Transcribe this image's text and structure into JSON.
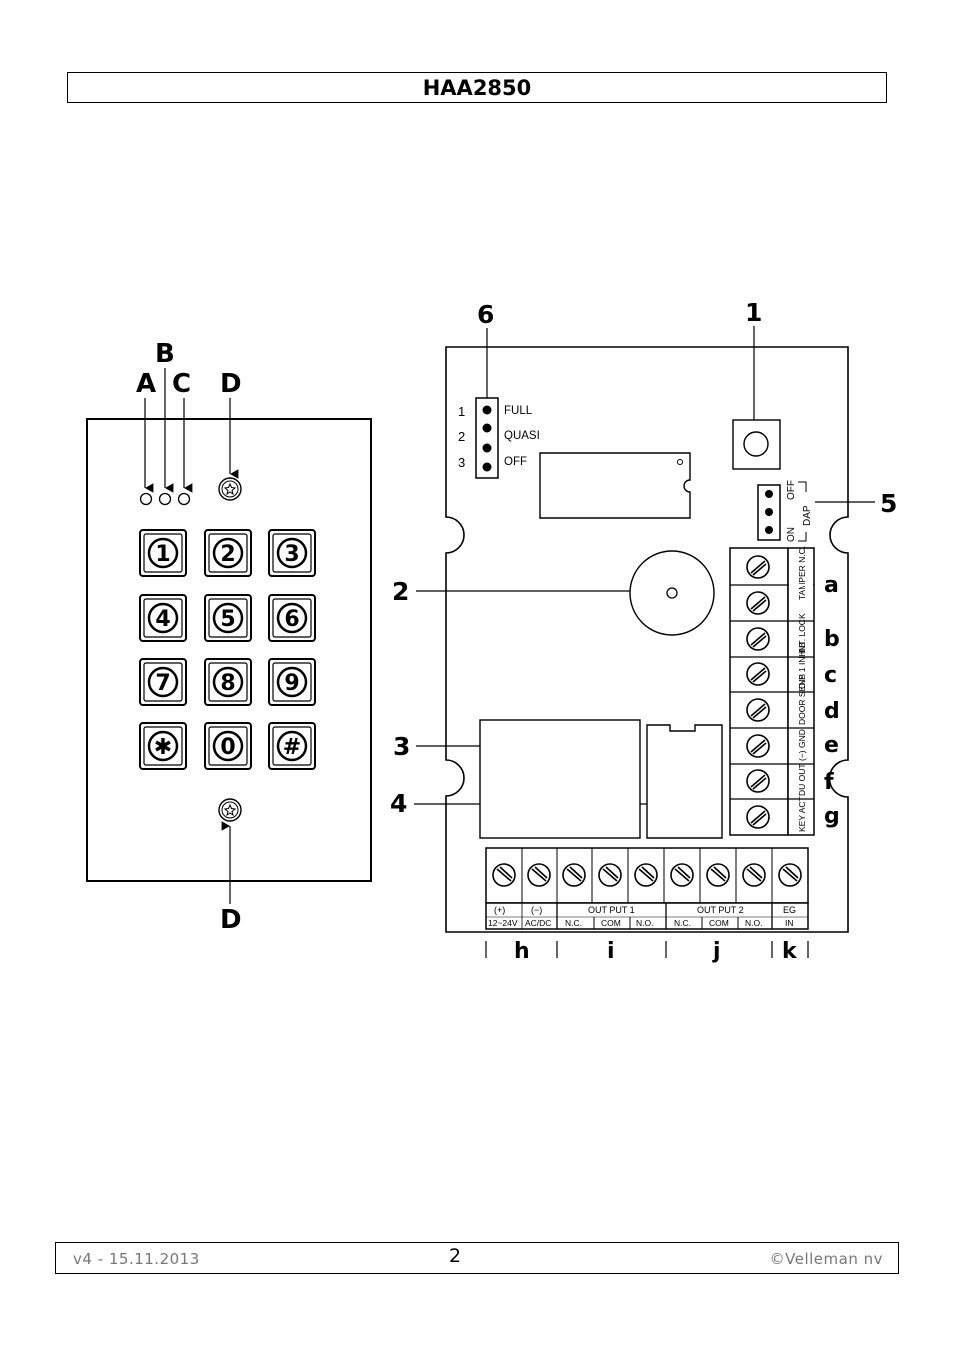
{
  "header": {
    "title": "HAA2850"
  },
  "keypad": {
    "leds": [
      "A",
      "B",
      "C"
    ],
    "screw_label": "D",
    "keys": [
      "1",
      "2",
      "3",
      "4",
      "5",
      "6",
      "7",
      "8",
      "9",
      "✱",
      "0",
      "#"
    ]
  },
  "board": {
    "callouts": [
      "1",
      "2",
      "3",
      "4",
      "5",
      "6"
    ],
    "jumper6": {
      "positions": [
        "1",
        "2",
        "3"
      ],
      "modes": [
        "FULL",
        "QUASI",
        "OFF"
      ]
    },
    "jumper5": {
      "off": "OFF",
      "on": "ON",
      "dap": "DAP"
    },
    "right_terminals": [
      {
        "letter": "a",
        "label": "TAMPER N.C."
      },
      {
        "letter": "b",
        "label": "INT. LOCK"
      },
      {
        "letter": "c",
        "label": "O/P 1 INHIB"
      },
      {
        "letter": "d",
        "label": "DOOR SENS"
      },
      {
        "letter": "e",
        "label": "(−) GND"
      },
      {
        "letter": "f",
        "label": "DU OUT"
      },
      {
        "letter": "g",
        "label": "KEY ACT"
      }
    ],
    "bottom_terminals": {
      "power": {
        "plus": "(+)",
        "minus": "(−)",
        "volt": "12~24V",
        "acdc": "AC/DC"
      },
      "out1": {
        "title": "OUT PUT 1",
        "nc": "N.C.",
        "com": "COM",
        "no": "N.O."
      },
      "out2": {
        "title": "OUT PUT 2",
        "nc": "N.C.",
        "com": "COM",
        "no": "N.O."
      },
      "eg": {
        "line1": "EG",
        "line2": "IN"
      },
      "letters": [
        "h",
        "i",
        "j",
        "k"
      ]
    }
  },
  "footer": {
    "version": "v4 - 15.11.2013",
    "page": "2",
    "copyright": "©Velleman nv"
  }
}
